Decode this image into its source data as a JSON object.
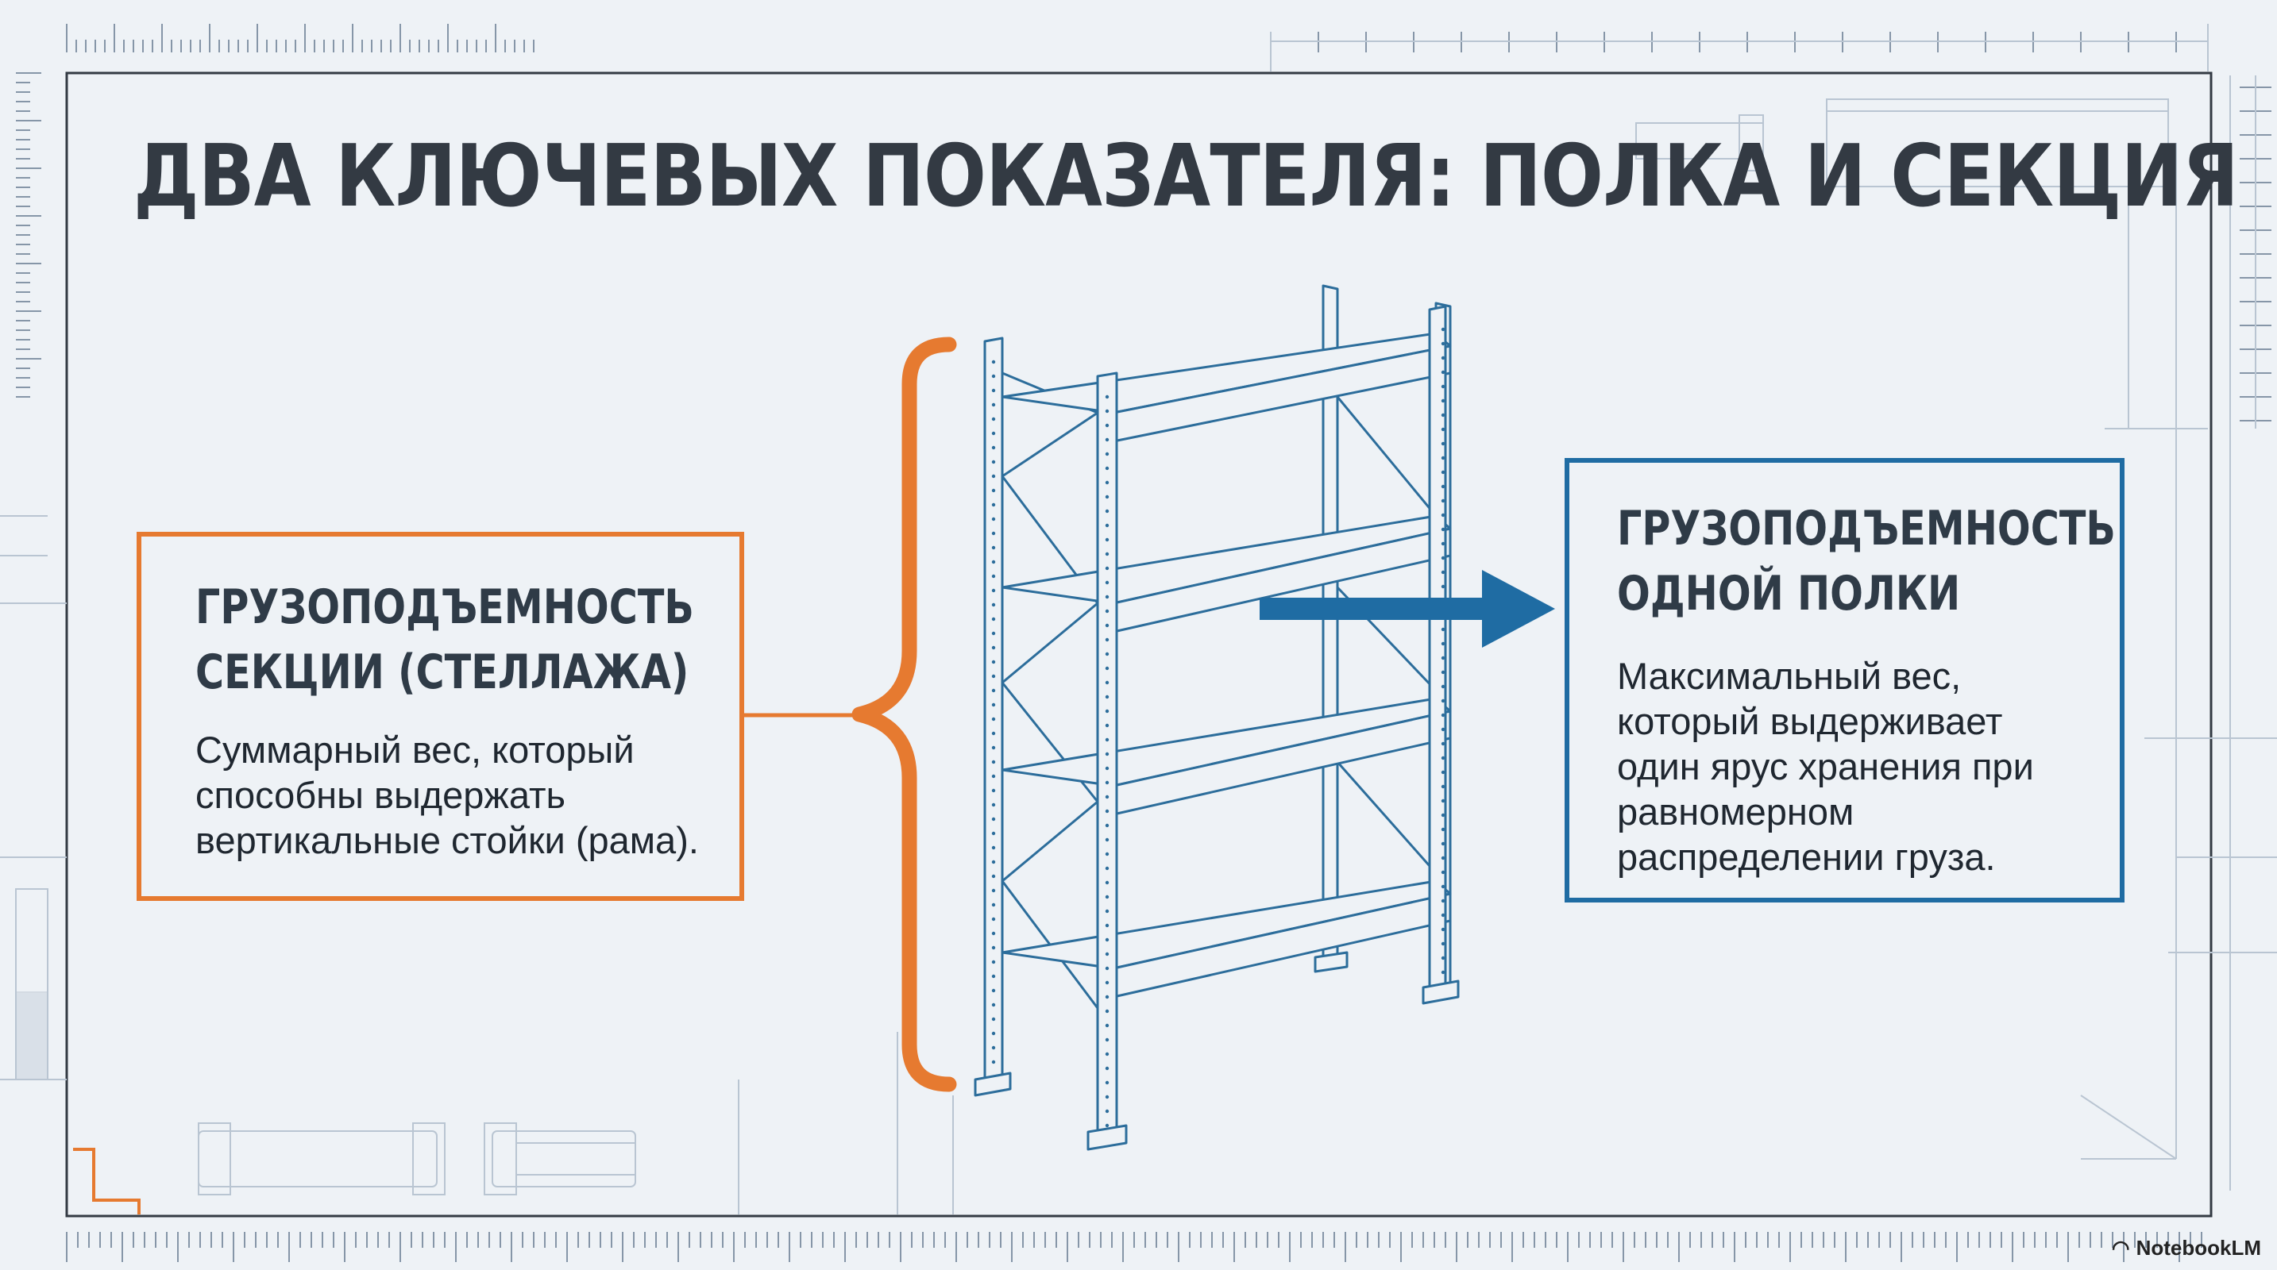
{
  "title": "ДВА КЛЮЧЕВЫХ ПОКАЗАТЕЛЯ: ПОЛКА И СЕКЦИЯ",
  "left_card": {
    "heading_line1": "ГРУЗОПОДЪЕМНОСТЬ",
    "heading_line2": "СЕКЦИИ (СТЕЛЛАЖА)",
    "body_line1": "Суммарный вес, который",
    "body_line2": "способны выдержать",
    "body_line3": "вертикальные стойки (рама)."
  },
  "right_card": {
    "heading_line1": "ГРУЗОПОДЪЕМНОСТЬ",
    "heading_line2": "ОДНОЙ ПОЛКИ",
    "body_line1": "Максимальный вес,",
    "body_line2": "который выдерживает",
    "body_line3": "один ярус хранения при",
    "body_line4": "равномерном",
    "body_line5": "распределении груза."
  },
  "watermark": "NotebookLM",
  "colors": {
    "background": "#eef2f6",
    "blueprint_line": "#a9b8c8",
    "section_accent": "#e67a30",
    "shelf_accent": "#1f6ca3",
    "rack_stroke": "#2c6d9b",
    "text_dark": "#2f3b47"
  },
  "icons": {
    "brace": "curly-brace-icon",
    "arrow": "right-arrow-icon",
    "rack": "shelving-rack-icon",
    "watermark": "notebooklm-logo-icon"
  }
}
